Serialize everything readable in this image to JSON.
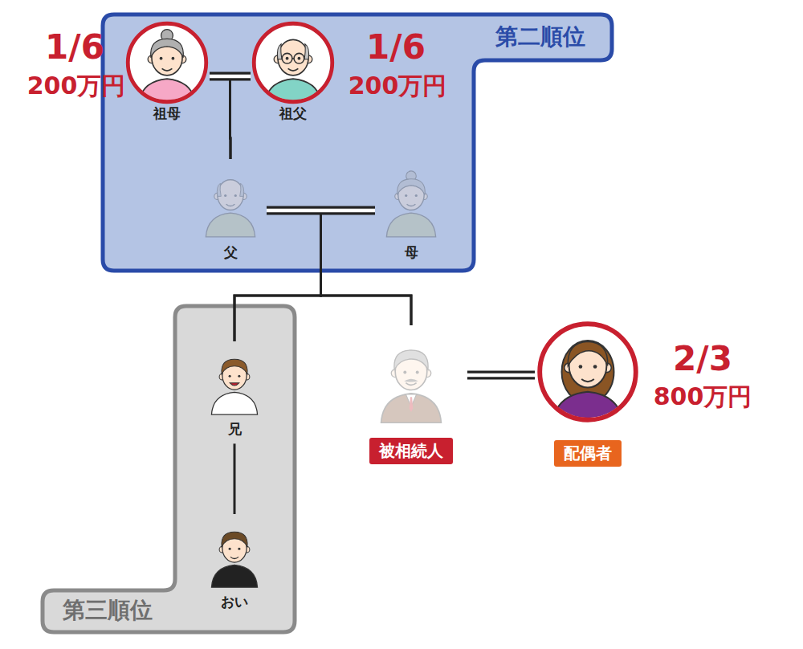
{
  "diagram": {
    "nodes": [
      {
        "text": [
          "第二順位"
        ]
      },
      {
        "text": [
          "祖母"
        ],
        "in": 0
      },
      {
        "text": [
          "祖父"
        ],
        "in": 0
      },
      {
        "text": [
          "父"
        ],
        "in": 0
      },
      {
        "text": [
          "母"
        ],
        "in": 0
      },
      {
        "text": [
          "第三順位"
        ]
      },
      {
        "text": [
          "兄"
        ],
        "in": 5
      },
      {
        "text": [
          "おい"
        ],
        "in": 5
      },
      {
        "text": [
          "被相続人"
        ]
      },
      {
        "text": [
          "配偶者"
        ]
      }
    ],
    "edges": [
      {
        "from": 1,
        "to": 2,
        "arrow": "none"
      },
      {
        "from": 1,
        "to": 3,
        "arrow": "none"
      },
      {
        "from": 2,
        "to": 3,
        "arrow": "none"
      },
      {
        "from": 3,
        "to": 4,
        "arrow": "none"
      },
      {
        "from": 3,
        "to": 6,
        "arrow": "none"
      },
      {
        "from": 4,
        "to": 6,
        "arrow": "none"
      },
      {
        "from": 3,
        "to": 8,
        "arrow": "none"
      },
      {
        "from": 4,
        "to": 8,
        "arrow": "none"
      },
      {
        "from": 6,
        "to": 7,
        "arrow": "none"
      },
      {
        "from": 8,
        "to": 9,
        "arrow": "none"
      }
    ],
    "labels": [
      "1/6",
      "200万円",
      "1/6",
      "200万円",
      "2/3",
      "800万円"
    ]
  }
}
